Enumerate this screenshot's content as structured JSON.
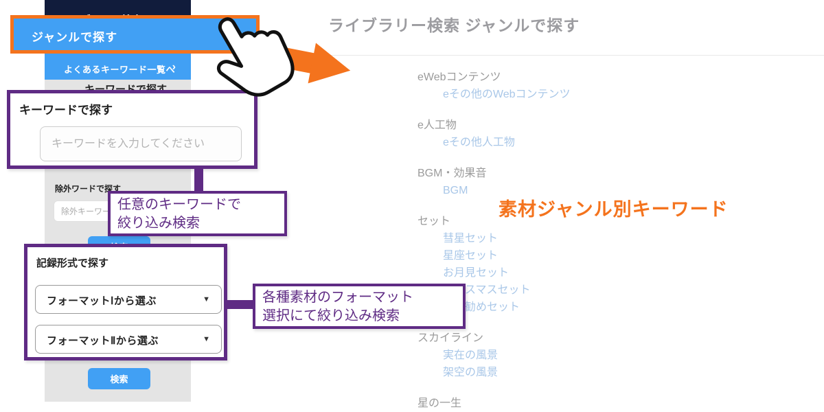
{
  "colors": {
    "blue": "#41a0f4",
    "navy": "#111c3c",
    "orange": "#f4731d",
    "purple": "#5f2b84",
    "sidebar_gray": "#e4e4e4",
    "title_gray": "#9c9ca0",
    "genre_label_gray": "#9b9b9b",
    "genre_link_blue": "#a9c7e8"
  },
  "sidebar": {
    "hidden_nav_text": "ライブラリー検索",
    "genre_button": "ジャンルで探す",
    "keyword_list_link": "よくあるキーワード一覧へ",
    "chevron": "›",
    "keyword_heading_clipped": "キーワードで探す",
    "exclude_label": "除外ワードで探す",
    "exclude_placeholder": "除外キーワー",
    "search_button": "検索",
    "format_heading": "記録形式で探す",
    "format_select_1": "フォーマットⅠから選ぶ",
    "format_select_2": "フォーマットⅡから選ぶ",
    "dropdown_icon": "▼",
    "search_button_2": "検索"
  },
  "overlays": {
    "keyword_box": {
      "heading": "キーワードで探す",
      "input_placeholder": "キーワードを入力してください"
    },
    "annotation_keyword": {
      "line1": "任意のキーワードで",
      "line2": "絞り込み検索"
    },
    "annotation_format": {
      "line1": "各種素材のフォーマット",
      "line2": "選択にて絞り込み検索"
    }
  },
  "main": {
    "title": "ライブラリー検索 ジャンルで探す",
    "callout": "素材ジャンル別キーワード",
    "genres": [
      {
        "label": "eWebコンテンツ",
        "items": [
          "eその他のWebコンテンツ"
        ]
      },
      {
        "label": "e人工物",
        "items": [
          "eその他人工物"
        ]
      },
      {
        "label": "BGM・効果音",
        "items": [
          "BGM"
        ]
      },
      {
        "label": "セット",
        "items": [
          "彗星セット",
          "星座セット",
          "お月見セット",
          "クリスマスセット",
          "のお勧めセット"
        ]
      },
      {
        "label": "スカイライン",
        "items": [
          "実在の風景",
          "架空の風景"
        ]
      },
      {
        "label": "星の一生",
        "items": []
      }
    ]
  }
}
